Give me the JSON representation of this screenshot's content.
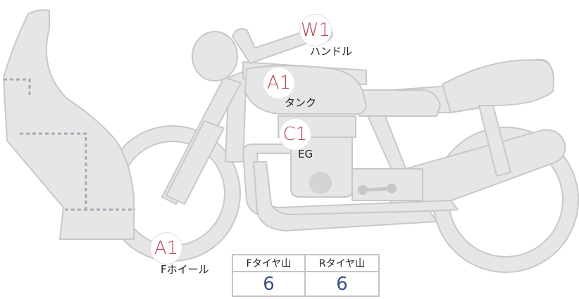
{
  "parts": {
    "handle": {
      "grade": "W1",
      "label": "ハンドル"
    },
    "tank": {
      "grade": "A1",
      "label": "タンク"
    },
    "engine": {
      "grade": "C1",
      "label": "EG"
    },
    "front_wheel": {
      "grade": "A1",
      "label": "Fホイール"
    }
  },
  "tread": {
    "front_header": "Fタイヤ山",
    "rear_header": "Rタイヤ山",
    "front_value": "6",
    "rear_value": "6"
  },
  "colors": {
    "body_fill": "#e6e6e6",
    "outline": "#c8c8c8",
    "grade_text": "#b5454d",
    "value_text": "#3b4f8a"
  }
}
